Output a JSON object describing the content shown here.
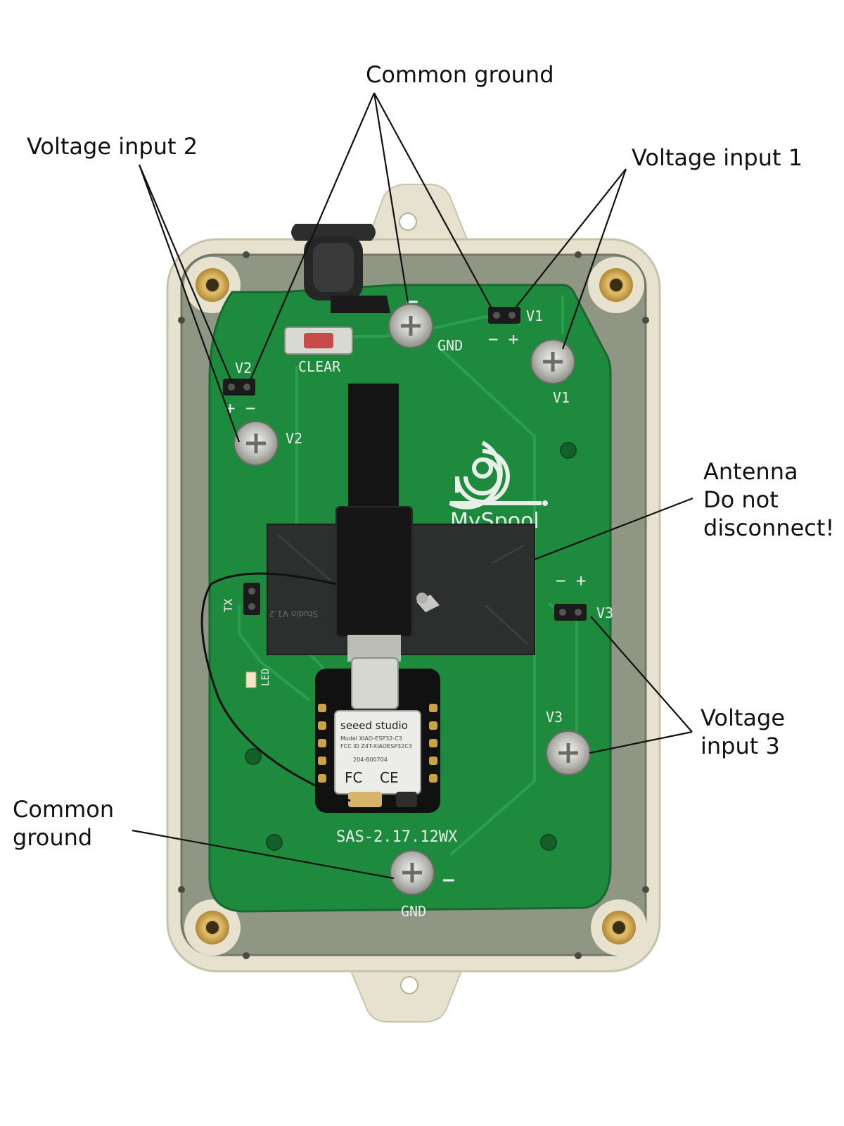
{
  "callouts": {
    "common_ground_top": "Common ground",
    "voltage_input_2": "Voltage input 2",
    "voltage_input_1": "Voltage input 1",
    "antenna_line1": "Antenna",
    "antenna_line2": "Do not",
    "antenna_line3": "disconnect!",
    "voltage_input_3_line1": "Voltage",
    "voltage_input_3_line2": "input 3",
    "common_ground_bottom_line1": "Common",
    "common_ground_bottom_line2": "ground"
  },
  "board": {
    "label_clear": "CLEAR",
    "label_gnd_top": "GND",
    "label_gnd_bottom": "GND",
    "label_v1_header": "V1",
    "label_v1_terminal": "V1",
    "label_v2_header": "V2",
    "label_v2_terminal": "V2",
    "label_v3_header": "V3",
    "label_v3_terminal": "V3",
    "label_pol_v1": "− +",
    "label_pol_v2": "+ −",
    "label_pol_v3": "− +",
    "label_minus_top": "—",
    "label_minus_bottom": "—",
    "label_tx": "TX",
    "label_led": "LED",
    "brand": "MySpool",
    "part_number": "SAS-2.17.12WX",
    "module_brand": "seeed studio",
    "module_model": "Model XIAO-ESP32-C3",
    "module_fcc": "FCC ID Z4T-XIAOESP32C3",
    "module_cert": "204-B00704",
    "module_fc": "FC",
    "module_ce": "CE",
    "antenna_tag": "Studio V1.2"
  },
  "colors": {
    "enclosure": "#e6e2cf",
    "gasket": "#9aa08e",
    "pcb": "#1e8a3e",
    "trace": "#2aa04e",
    "silkscreen": "#e8efe8",
    "brass": "#c9a24a",
    "leader": "#111111"
  }
}
